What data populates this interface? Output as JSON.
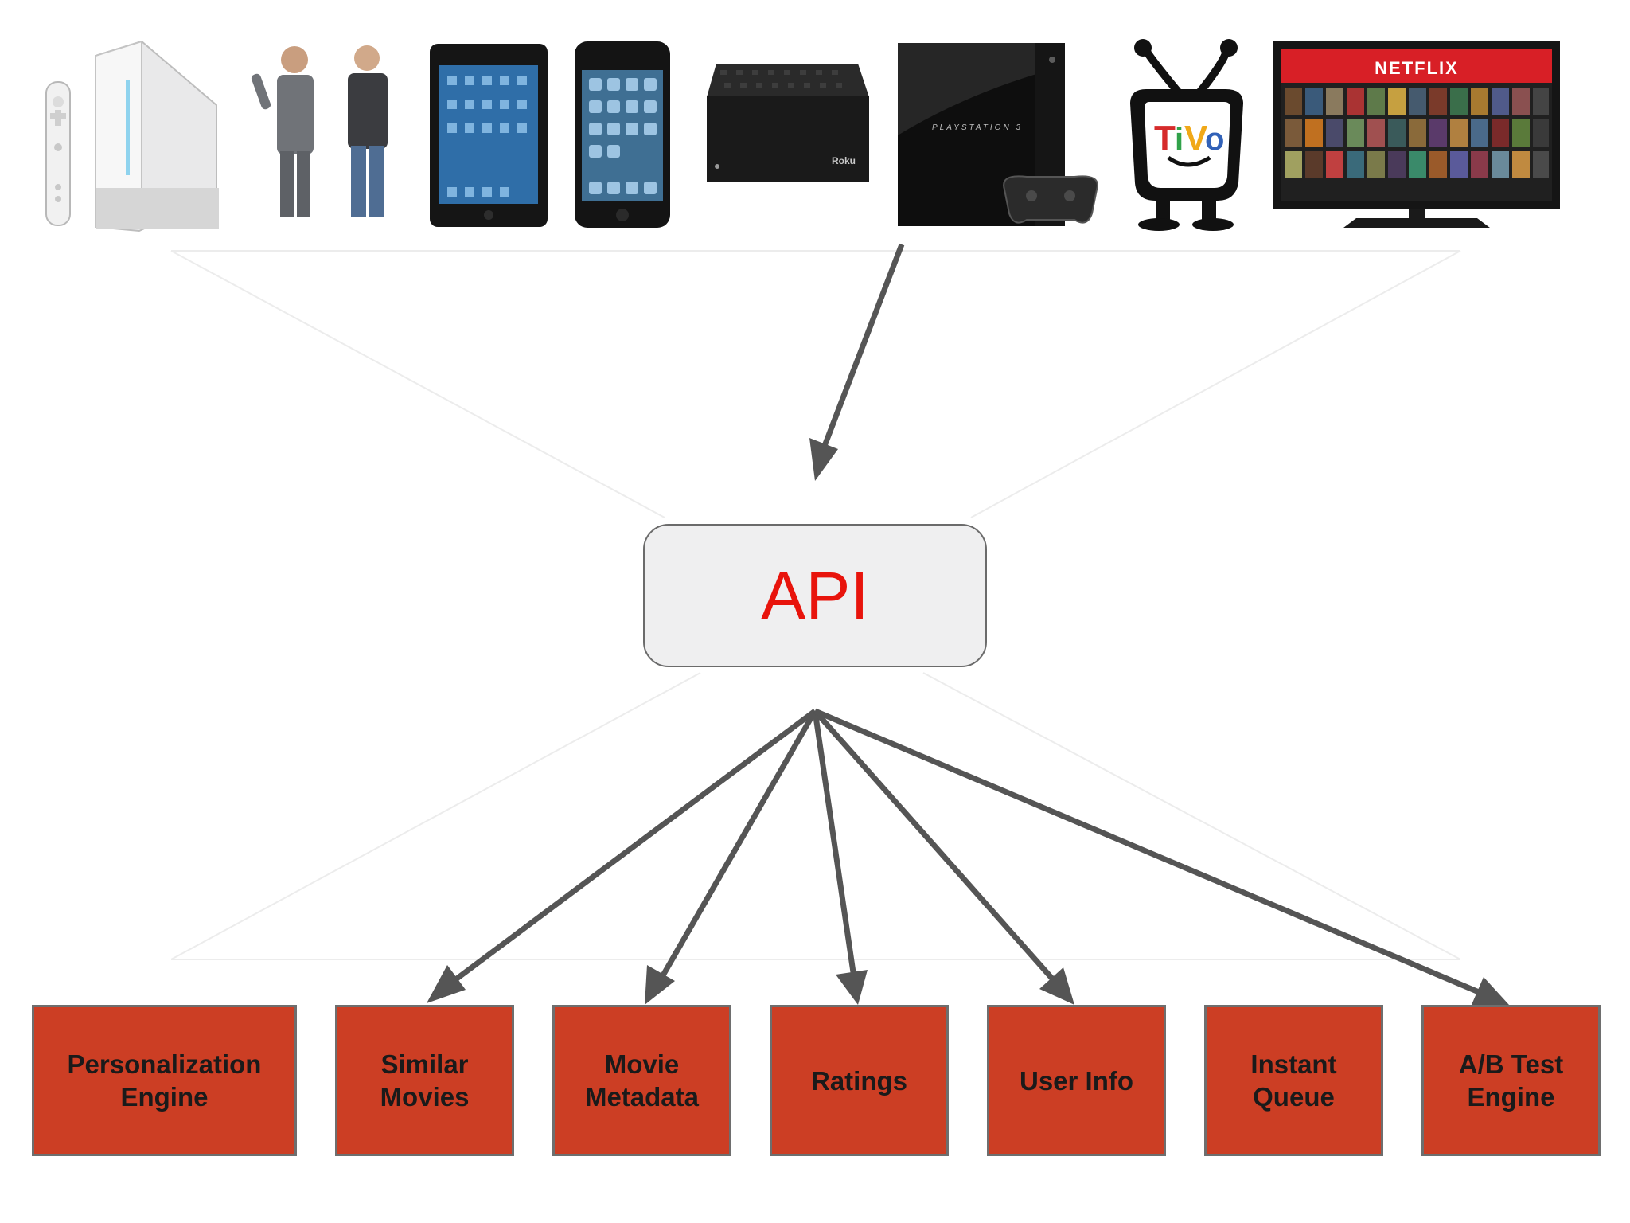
{
  "devices": [
    {
      "name": "Nintendo Wii console"
    },
    {
      "name": "Mac and PC figures"
    },
    {
      "name": "iPad"
    },
    {
      "name": "iPhone"
    },
    {
      "name": "Roku box",
      "label": "Roku"
    },
    {
      "name": "PlayStation 3",
      "label": "PLAYSTATION 3"
    },
    {
      "name": "TiVo logo"
    },
    {
      "name": "Netflix on TV",
      "label": "NETFLIX"
    }
  ],
  "api": {
    "label": "API"
  },
  "services": [
    {
      "label": "Personalization\nEngine"
    },
    {
      "label": "Similar\nMovies"
    },
    {
      "label": "Movie\nMetadata"
    },
    {
      "label": "Ratings"
    },
    {
      "label": "User Info"
    },
    {
      "label": "Instant\nQueue"
    },
    {
      "label": "A/B Test\nEngine"
    }
  ],
  "colors": {
    "api_text": "#e8140c",
    "service_fill": "#cc3e24",
    "arrow": "#555555",
    "netflix_red": "#d81f26"
  }
}
